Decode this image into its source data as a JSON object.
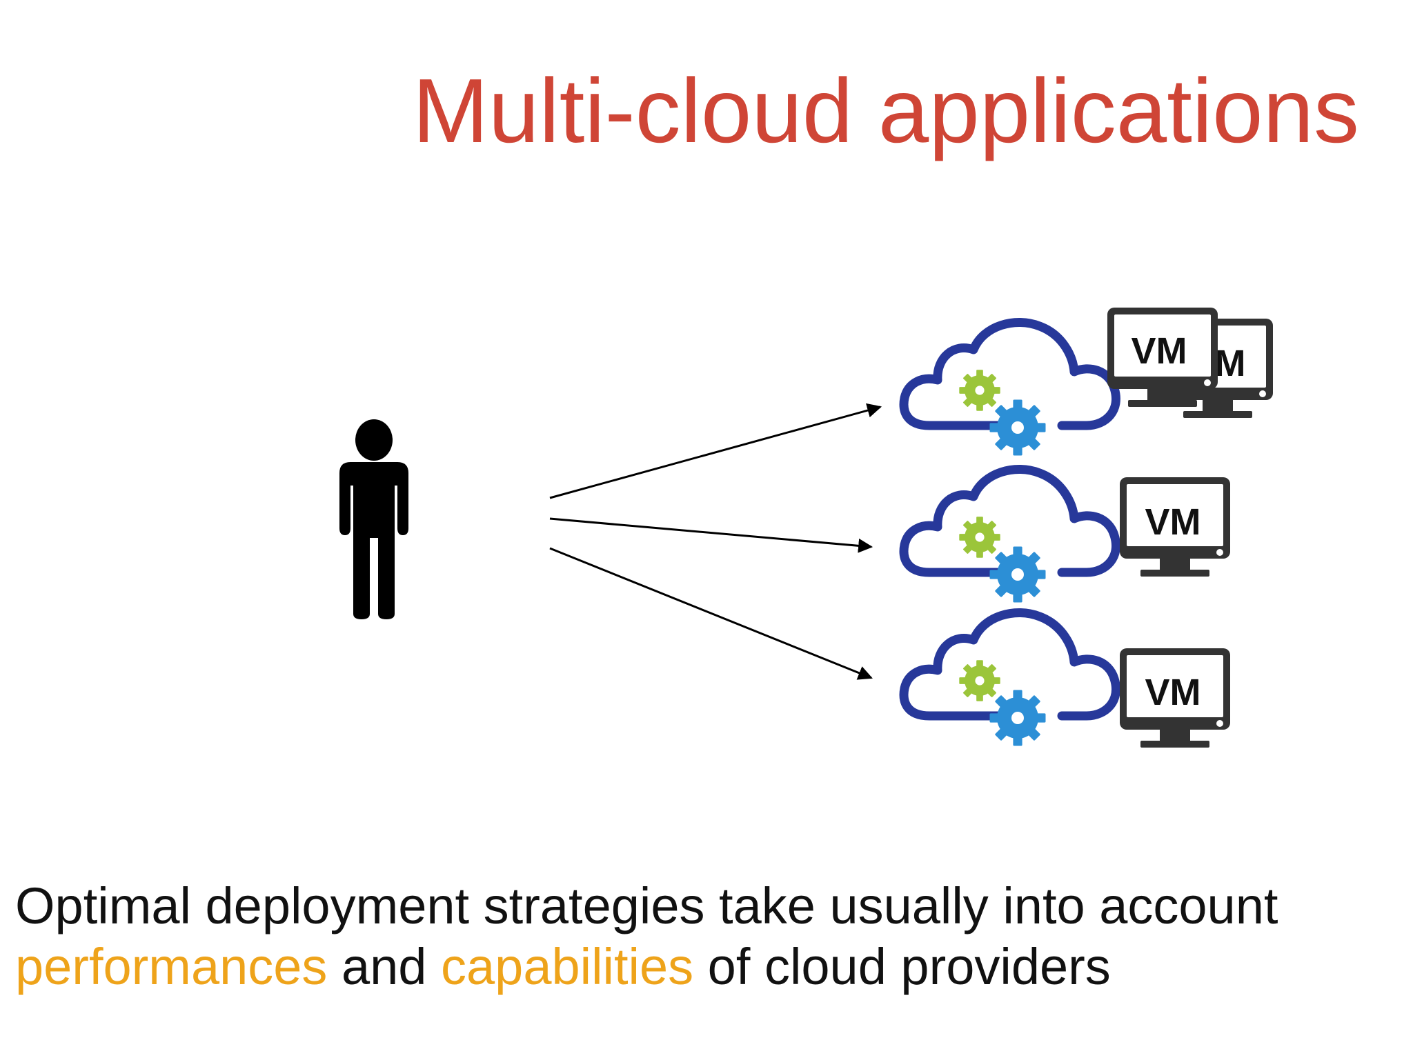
{
  "title": "Multi-cloud applications",
  "vm_label": "VM",
  "caption": {
    "line1": "Optimal deployment strategies take usually into account",
    "highlight1": "performances",
    "connector1": " and ",
    "highlight2": "capabilities",
    "tail": " of cloud providers"
  },
  "colors": {
    "title": "#cf4536",
    "highlight": "#eea31a",
    "cloud_outline": "#27389a",
    "gear_green": "#9bc53a",
    "gear_blue": "#2c8fd6",
    "monitor": "#333333"
  },
  "icons": [
    "user-icon",
    "cloud-icon",
    "gear-icon",
    "monitor-icon",
    "arrow-icon"
  ]
}
